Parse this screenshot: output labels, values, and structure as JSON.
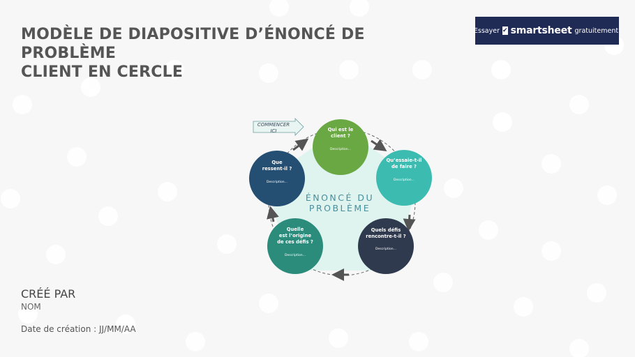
{
  "title": {
    "line1": "MODÈLE DE DIAPOSITIVE D’ÉNONCÉ DE",
    "line2": "PROBLÈME",
    "line3": "CLIENT EN CERCLE"
  },
  "cta": {
    "prefix": "Essayer",
    "brand": "smartsheet",
    "suffix": "gratuitement.",
    "bg_color": "#1f2a55"
  },
  "diagram": {
    "center_line1": "ÉNONCÉ DU",
    "center_line2": "PROBLÈME",
    "start_label_line1": "COMMENCER",
    "start_label_line2": "ICI",
    "nodes": [
      {
        "line1": "Qui est le",
        "line2": "client ?",
        "line3": "",
        "desc": "Description...",
        "color": "#6aa843"
      },
      {
        "line1": "Qu’essaie-t-il",
        "line2": "de faire ?",
        "line3": "",
        "desc": "Description...",
        "color": "#3cbcb0"
      },
      {
        "line1": "Quels défis",
        "line2": "rencontre-t-il ?",
        "line3": "",
        "desc": "Description...",
        "color": "#2f3a4e"
      },
      {
        "line1": "Quelle",
        "line2": "est l’origine",
        "line3": "de ces défis ?",
        "desc": "Description...",
        "color": "#2b8c7c"
      },
      {
        "line1": "Que",
        "line2": "ressent-il ?",
        "line3": "",
        "desc": "Description...",
        "color": "#244f73"
      }
    ]
  },
  "footer": {
    "created_by": "CRÉÉ PAR",
    "name": "NOM",
    "date": "Date de création : JJ/MM/AA"
  }
}
